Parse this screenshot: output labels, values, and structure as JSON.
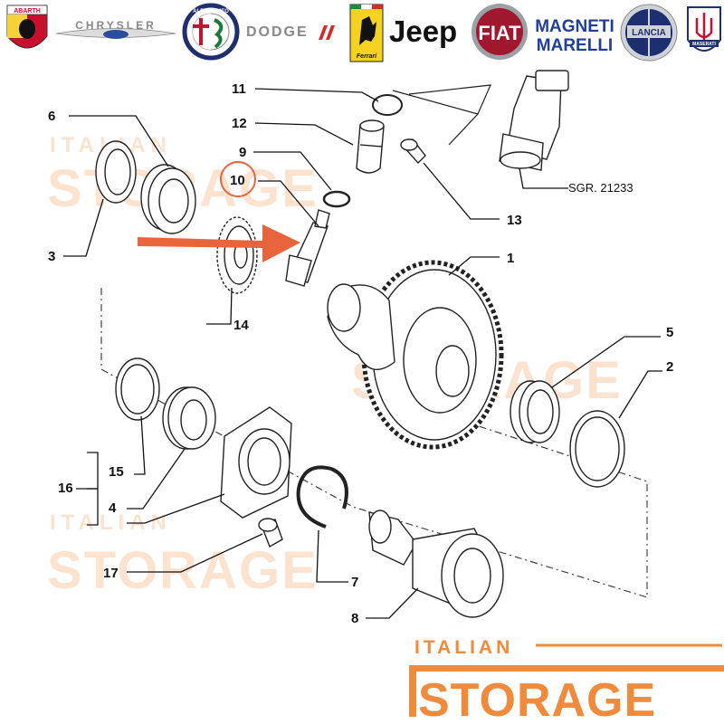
{
  "brands": [
    {
      "name": "ABARTH",
      "icon": "abarth-logo"
    },
    {
      "name": "CHRYSLER",
      "icon": "chrysler-logo"
    },
    {
      "name": "ALFA ROMEO",
      "icon": "alfa-romeo-logo"
    },
    {
      "name": "DODGE",
      "icon": "dodge-logo"
    },
    {
      "name": "Ferrari",
      "icon": "ferrari-logo"
    },
    {
      "name": "Jeep",
      "icon": "jeep-logo"
    },
    {
      "name": "FIAT",
      "icon": "fiat-logo"
    },
    {
      "name": "MAGNETI MARELLI",
      "icon": "magneti-marelli-logo"
    },
    {
      "name": "LANCIA",
      "icon": "lancia-logo"
    },
    {
      "name": "MASERATI",
      "icon": "maserati-logo"
    }
  ],
  "callouts": {
    "c1": "1",
    "c2": "2",
    "c3": "3",
    "c4": "4",
    "c5": "5",
    "c6": "6",
    "c7": "7",
    "c8": "8",
    "c9": "9",
    "c10": "10",
    "c11": "11",
    "c12": "12",
    "c13": "13",
    "c14": "14",
    "c15": "15",
    "c16": "16",
    "c17": "17"
  },
  "sensor_code": "SGR. 21233",
  "highlight": {
    "callout": "10",
    "color": "#e8643c"
  },
  "watermark": {
    "line1": "ITALIAN",
    "line2": "STORAGE",
    "color": "#f39a5a"
  },
  "footer_logo": {
    "line1": "ITALIAN",
    "line2": "STORAGE",
    "color": "#f08a3c"
  }
}
